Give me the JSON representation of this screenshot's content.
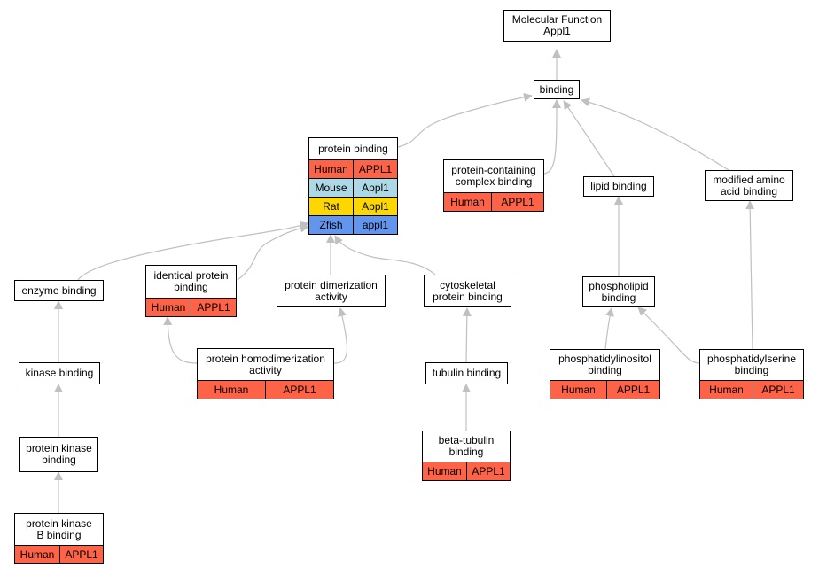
{
  "colors": {
    "Human": "#ff6347",
    "Mouse": "#add8e6",
    "Rat": "#ffd700",
    "Zfish": "#6495ed",
    "edge": "#c0c0c0"
  },
  "nodes": {
    "mf": {
      "title": "Molecular Function\nAppl1",
      "annotations": []
    },
    "bind": {
      "title": "binding",
      "annotations": []
    },
    "pb": {
      "title": "protein binding",
      "annotations": [
        {
          "species": "Human",
          "gene": "APPL1"
        },
        {
          "species": "Mouse",
          "gene": "Appl1"
        },
        {
          "species": "Rat",
          "gene": "Appl1"
        },
        {
          "species": "Zfish",
          "gene": "appl1"
        }
      ]
    },
    "pccb": {
      "title": "protein-containing\ncomplex binding",
      "annotations": [
        {
          "species": "Human",
          "gene": "APPL1"
        }
      ]
    },
    "lb": {
      "title": "lipid binding",
      "annotations": []
    },
    "maab": {
      "title": "modified amino\nacid binding",
      "annotations": []
    },
    "eb": {
      "title": "enzyme binding",
      "annotations": []
    },
    "ipb": {
      "title": "identical protein\nbinding",
      "annotations": [
        {
          "species": "Human",
          "gene": "APPL1"
        }
      ]
    },
    "pda": {
      "title": "protein dimerization\nactivity",
      "annotations": []
    },
    "cpb": {
      "title": "cytoskeletal\nprotein binding",
      "annotations": []
    },
    "plb": {
      "title": "phospholipid\nbinding",
      "annotations": []
    },
    "kb": {
      "title": "kinase binding",
      "annotations": []
    },
    "phda": {
      "title": "protein homodimerization\nactivity",
      "annotations": [
        {
          "species": "Human",
          "gene": "APPL1"
        }
      ]
    },
    "tb": {
      "title": "tubulin binding",
      "annotations": []
    },
    "pib": {
      "title": "phosphatidylinositol\nbinding",
      "annotations": [
        {
          "species": "Human",
          "gene": "APPL1"
        }
      ]
    },
    "psb": {
      "title": "phosphatidylserine\nbinding",
      "annotations": [
        {
          "species": "Human",
          "gene": "APPL1"
        }
      ]
    },
    "pkb": {
      "title": "protein kinase\nbinding",
      "annotations": []
    },
    "btb": {
      "title": "beta-tubulin\nbinding",
      "annotations": [
        {
          "species": "Human",
          "gene": "APPL1"
        }
      ]
    },
    "pkbb": {
      "title": "protein kinase\nB binding",
      "annotations": [
        {
          "species": "Human",
          "gene": "APPL1"
        }
      ]
    }
  }
}
